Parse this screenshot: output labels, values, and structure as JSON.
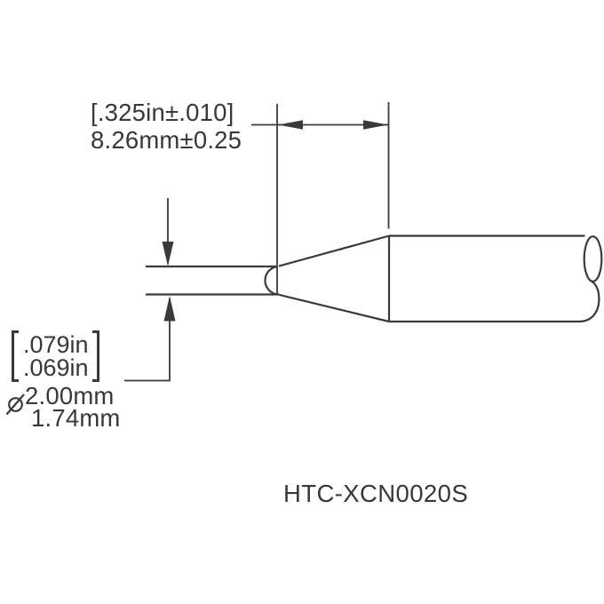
{
  "drawing": {
    "part_number": "HTC-XCN0020S",
    "length_dimension": {
      "inches_with_tolerance": "[.325in±.010]",
      "millimeters_with_tolerance": "8.26mm±0.25"
    },
    "diameter_dimension": {
      "inches_upper": ".079in",
      "inches_lower": ".069in",
      "diameter_symbol": "⌀",
      "millimeters_upper": "2.00mm",
      "millimeters_lower": "1.74mm"
    },
    "colors": {
      "line": "#3a3a3a",
      "text": "#383838",
      "background": "#ffffff"
    }
  }
}
